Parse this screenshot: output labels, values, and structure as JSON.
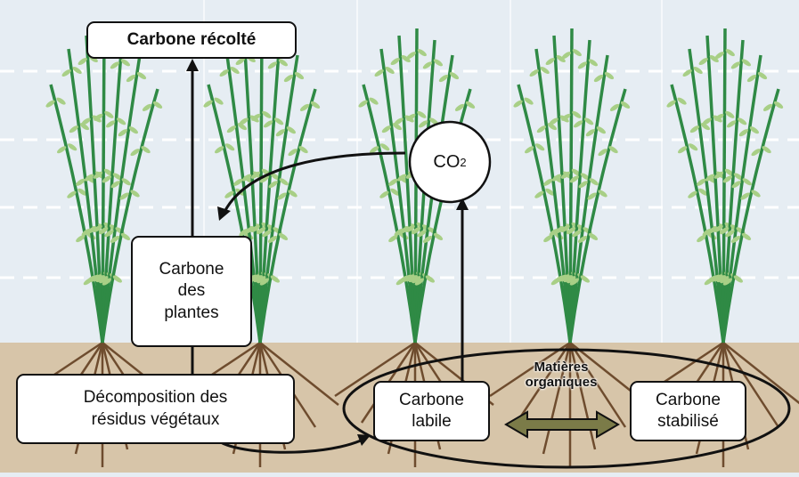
{
  "diagram": {
    "harvested_carbon": "Carbone récolté",
    "plant_carbon": [
      "Carbone",
      "des",
      "plantes"
    ],
    "co2": {
      "main": "CO",
      "sub": "2"
    },
    "decomposition": [
      "Décomposition des",
      "résidus végétaux"
    ],
    "organic_matter": [
      "Matières",
      "organiques"
    ],
    "labile_carbon": [
      "Carbone",
      "labile"
    ],
    "stabilized_carbon": [
      "Carbone",
      "stabilisé"
    ]
  },
  "colors": {
    "sky": "#e6edf3",
    "soil": "#d7c5a9",
    "stem": "#2f8a45",
    "leaf": "#a8cf86",
    "root": "#6e4c2e",
    "double_arrow": "#7b7b48"
  }
}
